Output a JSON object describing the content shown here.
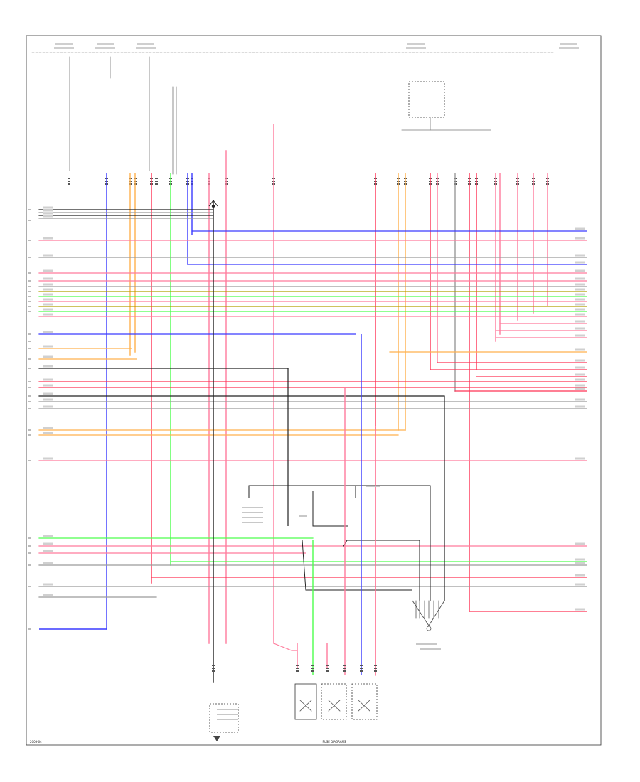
{
  "diagram": {
    "footer_left": "2003-04",
    "footer_center": "FUSE DIAGRAMS",
    "top_labels": [
      "HOT IN ACCESSORY",
      "HOT IN RUN & START",
      "HOT IN RUN & START",
      "HOT IN RUN & START",
      "HOT AT ALL TIMES"
    ],
    "module_labels": [
      "BLOWER MOTOR RESISTOR",
      "JUNCTION BLOCK",
      "SWITCH ASSEMBLY"
    ],
    "colors": {
      "blue": "#3a3aff",
      "pink": "#ff7b9c",
      "red": "#ff3355",
      "orange": "#ffb14d",
      "green": "#4dff4d",
      "olive": "#b0a000",
      "gray": "#9a9a9a",
      "black": "#222222",
      "grayblue": "#8c8cff"
    }
  }
}
